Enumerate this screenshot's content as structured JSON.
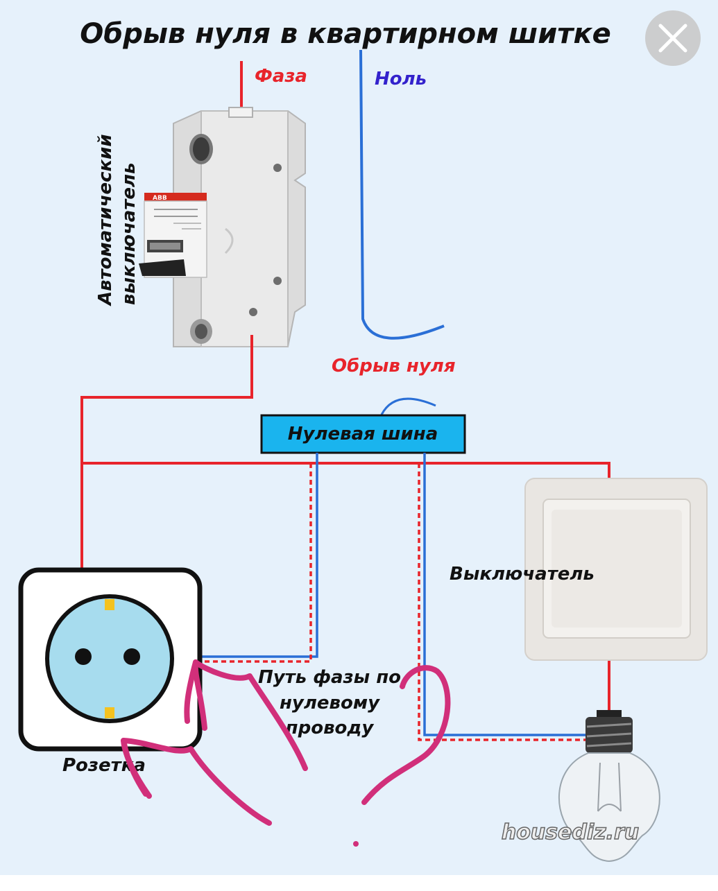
{
  "title": "Обрыв нуля в квартирном шитке",
  "labels": {
    "phase": "Фаза",
    "neutral": "Ноль",
    "breaker_line1": "Автоматический",
    "breaker_line2": "выключатель",
    "breaker_brand": "ABB",
    "neutral_break": "Обрыв нуля",
    "neutral_bus": "Нулевая шина",
    "switch": "Выключатель",
    "path_line1": "Путь фазы по",
    "path_line2": "нулевому",
    "path_line3": "проводу",
    "socket": "Розетка",
    "watermark": "housediz.ru"
  },
  "colors": {
    "background": "#e6f1fb",
    "phase_wire": "#e8242b",
    "neutral_wire": "#2a6fd6",
    "phase_label": "#e8242b",
    "neutral_label": "#3322cc",
    "bus_fill": "#1ab4ee",
    "socket_face": "#a7dcee",
    "handwriting": "#d12f7a"
  },
  "icons": {
    "close": "close-icon",
    "breaker": "circuit-breaker-icon",
    "socket": "socket-icon",
    "switch": "wall-switch-icon",
    "bulb": "light-bulb-icon"
  }
}
